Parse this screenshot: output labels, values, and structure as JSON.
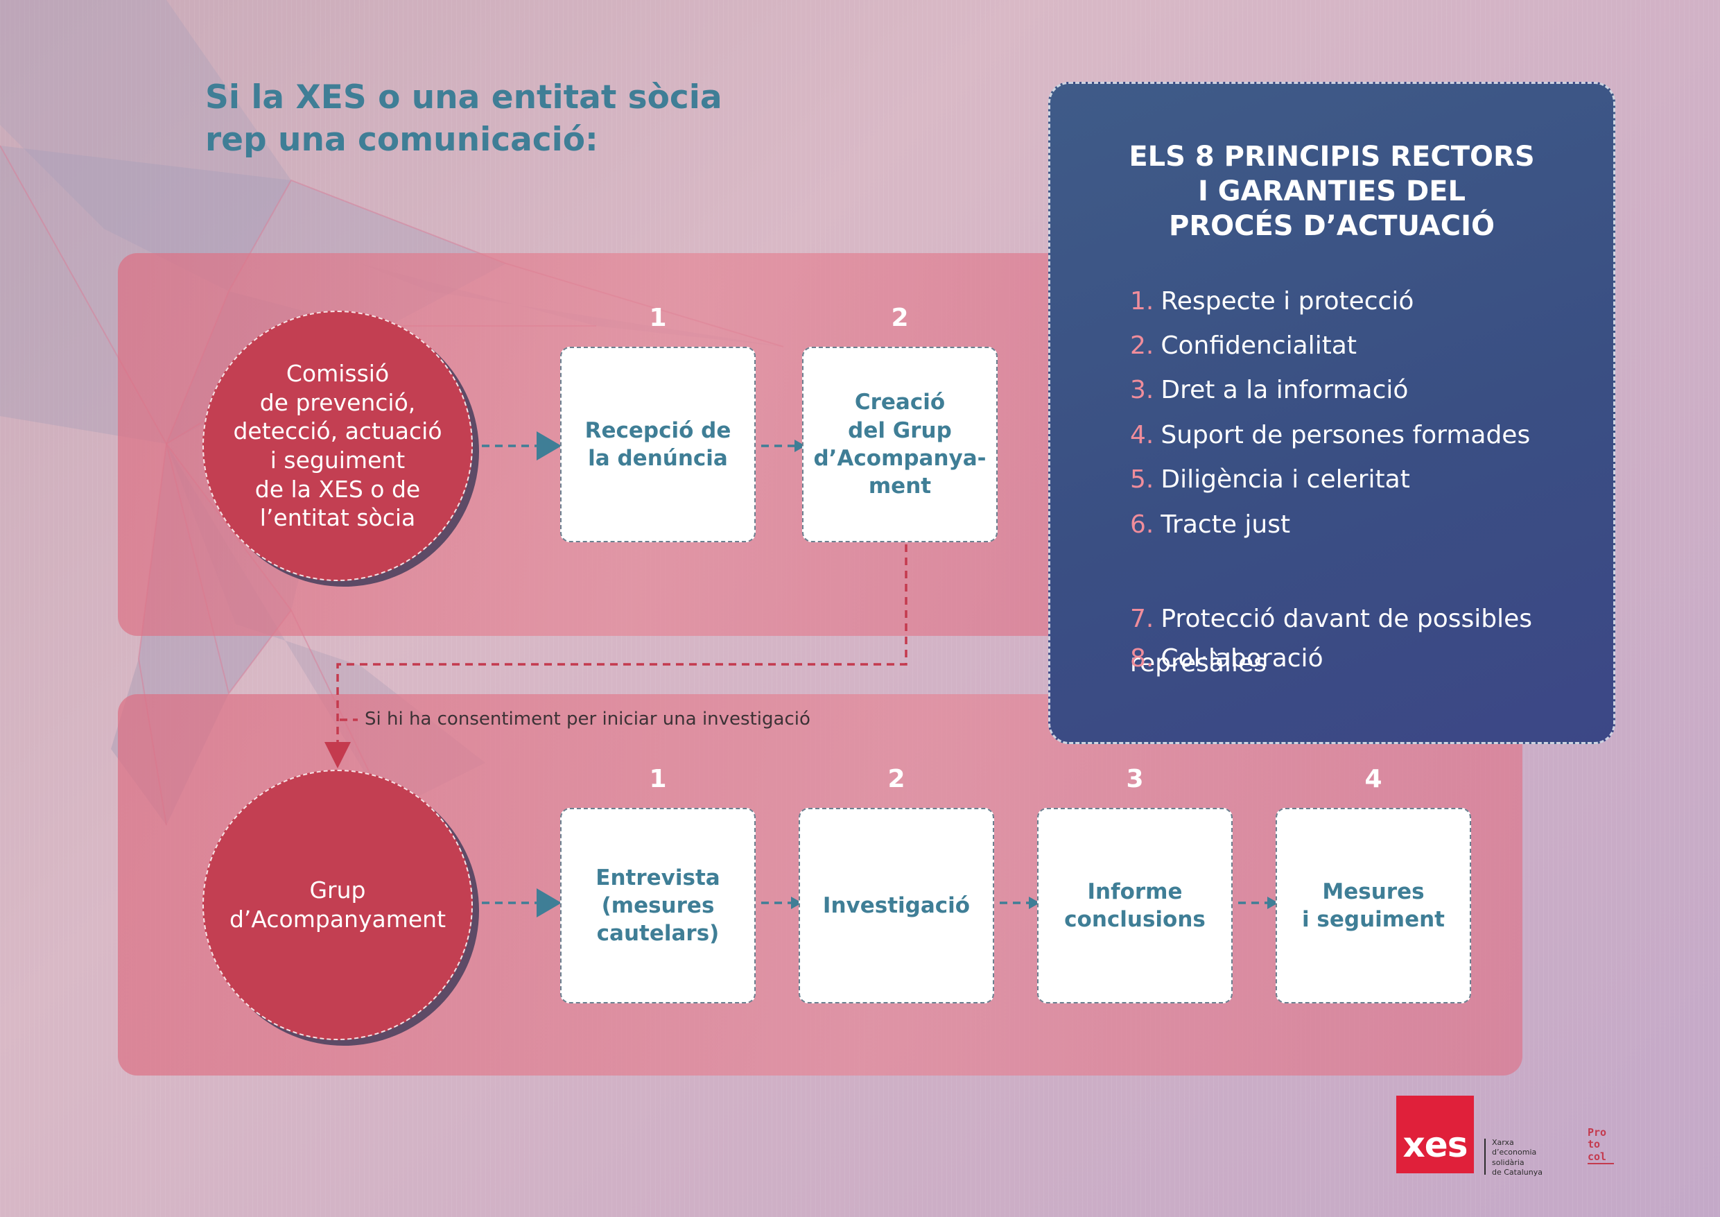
{
  "title": "Si la XES o una entitat sòcia\nrep una comunicació:",
  "top_process": {
    "actor": "Comissió\nde prevenció,\ndetecció, actuació\ni seguiment\nde la XES o de\nl’entitat sòcia",
    "steps": [
      {
        "number": "1",
        "label": "Recepció de\nla denúncia"
      },
      {
        "number": "2",
        "label": "Creació\ndel Grup\nd’Acompanya-\nment"
      }
    ]
  },
  "connector_note": "Si hi ha consentiment per iniciar una investigació",
  "bottom_process": {
    "actor": "Grup\nd’Acompanyament",
    "steps": [
      {
        "number": "1",
        "label": "Entrevista\n(mesures\ncautelars)"
      },
      {
        "number": "2",
        "label": "Investigació"
      },
      {
        "number": "3",
        "label": "Informe\nconclusions"
      },
      {
        "number": "4",
        "label": "Mesures\ni seguiment"
      }
    ]
  },
  "principles": {
    "title": "ELS 8 PRINCIPIS RECTORS\nI GARANTIES DEL\nPROCÉS D’ACTUACIÓ",
    "items": [
      {
        "number": "1.",
        "text": "Respecte i protecció"
      },
      {
        "number": "2.",
        "text": "Confidencialitat"
      },
      {
        "number": "3.",
        "text": "Dret a la informació"
      },
      {
        "number": "4.",
        "text": "Suport de persones formades"
      },
      {
        "number": "5.",
        "text": "Diligència i celeritat"
      },
      {
        "number": "6.",
        "text": "Tracte just"
      },
      {
        "number": "7.",
        "text": "Protecció davant de possibles\nrepresàlies"
      },
      {
        "number": "8.",
        "text": "Col·laboració"
      }
    ]
  },
  "logos": {
    "xes_mark": "xes",
    "xes_text": "Xarxa\nd’economia\nsolidària\nde Catalunya",
    "proto_mark": "Pro\nto\ncol"
  },
  "colors": {
    "accent_teal": "#3f7e96",
    "circle_red": "#c33f52",
    "principles_navy": "#3c4f85",
    "principle_number_pink": "#f08d9b",
    "xes_red": "#e0203a"
  }
}
